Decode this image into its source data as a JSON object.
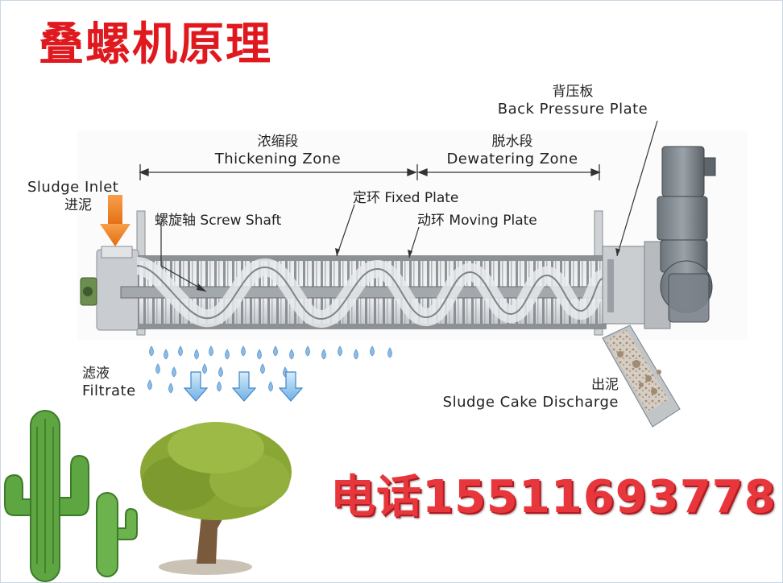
{
  "title": "叠螺机原理",
  "labels": {
    "back_pressure_plate": {
      "cn": "背压板",
      "en": "Back Pressure Plate"
    },
    "thickening_zone": {
      "cn": "浓缩段",
      "en": "Thickening Zone"
    },
    "dewatering_zone": {
      "cn": "脱水段",
      "en": "Dewatering Zone"
    },
    "sludge_inlet": {
      "en": "Sludge Inlet",
      "cn": "进泥"
    },
    "fixed_plate": "定环 Fixed Plate",
    "screw_shaft": "螺旋轴 Screw Shaft",
    "moving_plate": "动环 Moving Plate",
    "filtrate": {
      "cn": "滤液",
      "en": "Filtrate"
    },
    "sludge_cake": {
      "cn": "出泥",
      "en": "Sludge Cake Discharge"
    }
  },
  "phone": "电话15511693778",
  "colors": {
    "title": "#e0191f",
    "phone": "#e8373c",
    "inlet_arrow": "#f07e1b",
    "water": "#5b9bd5",
    "machine": "#b8bcc0"
  }
}
